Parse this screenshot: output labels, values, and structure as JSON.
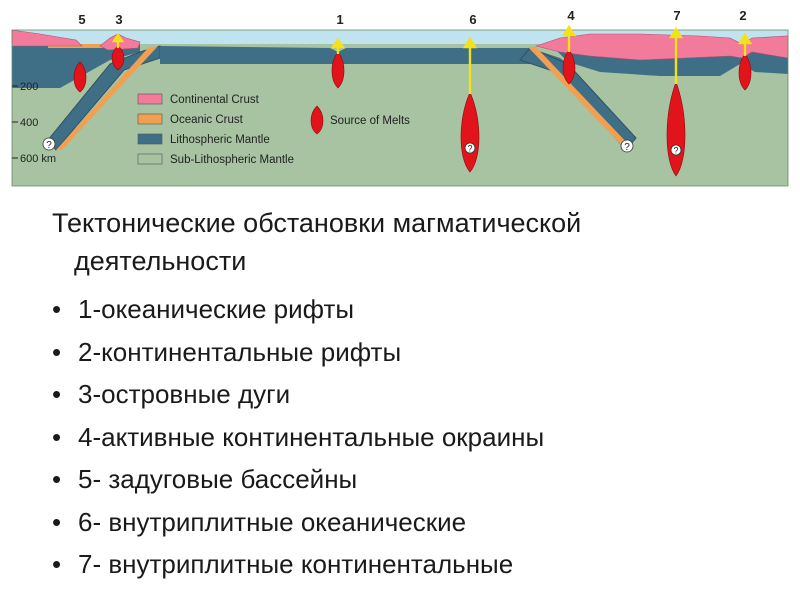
{
  "diagram": {
    "site_numbers": [
      "5",
      "3",
      "1",
      "6",
      "4",
      "7",
      "2"
    ],
    "depth_ticks": [
      "200",
      "400",
      "600 km"
    ],
    "legend": [
      {
        "label": "Continental Crust",
        "color": "#f27a9a"
      },
      {
        "label": "Oceanic Crust",
        "color": "#f0a050"
      },
      {
        "label": "Lithospheric Mantle",
        "color": "#3f6f86"
      },
      {
        "label": "Sub-Lithospheric Mantle",
        "color": "#a7c3a2"
      }
    ],
    "melt_label": "Source of Melts",
    "unknown_marker": "?",
    "colors": {
      "sea": "#bfe3ef",
      "sub_mantle": "#a7c3a2",
      "lith_mantle": "#3f6f86",
      "cont_crust": "#f27a9a",
      "ocean_crust": "#f0a050",
      "melt": "#e0141a",
      "arrow": "#f5e11a"
    }
  },
  "text": {
    "title_line1": "Тектонические обстановки магматической",
    "title_line2": "деятельности",
    "bullet_symbol": "•",
    "items": [
      "1-океанические рифты",
      "2-континентальные рифты",
      "3-островные дуги",
      "4-активные континентальные окраины",
      "5- задуговые бассейны",
      "6- внутриплитные океанические",
      "7- внутриплитные континентальные"
    ]
  }
}
